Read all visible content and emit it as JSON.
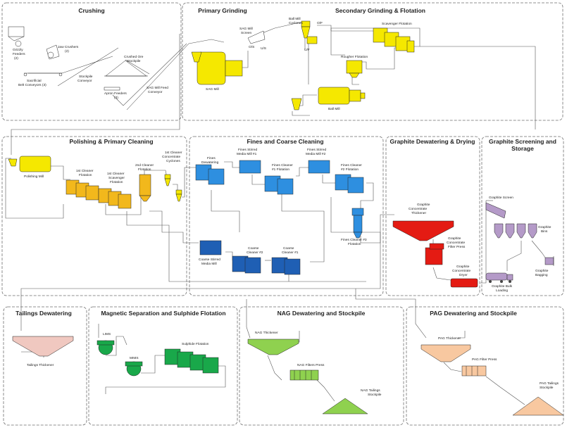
{
  "sections": {
    "crushing": {
      "title": "Crushing"
    },
    "primary_grinding": {
      "title": "Primary Grinding"
    },
    "secondary_grinding": {
      "title": "Secondary Grinding & Flotation"
    },
    "polishing": {
      "title": "Polishing & Primary Cleaning"
    },
    "fines_coarse": {
      "title": "Fines and Coarse Cleaning"
    },
    "graphite_dewatering": {
      "title": "Graphite Dewatering & Drying"
    },
    "graphite_screening": {
      "title": "Graphite Screening and",
      "title2": "Storage"
    },
    "tailings": {
      "title": "Tailings Dewatering"
    },
    "magnetic": {
      "title": "Magnetic Separation and Sulphide Flotation"
    },
    "nag": {
      "title": "NAG Dewatering and Stockpile"
    },
    "pag": {
      "title": "PAG Dewatering and Stockpile"
    }
  },
  "labels": {
    "grizzly_feeders": [
      "Grizzly",
      "Feeders",
      "(2)"
    ],
    "jaw_crushers": [
      "Jaw Crushers",
      "(2)"
    ],
    "sacrificial": [
      "Sacrificial",
      "Belt Conveyors (3)"
    ],
    "stockpile_conveyor": [
      "Stockpile",
      "Conveyor"
    ],
    "crushed_ore": [
      "Crushed Ore",
      "Stockpile"
    ],
    "apron_feeders": [
      "Apron Feeders",
      "(3)"
    ],
    "sag_feed_conveyor": [
      "SAG Mill Feed",
      "Conveyor"
    ],
    "sag_screen": [
      "SAG Mill",
      "Screen"
    ],
    "os1": "O/S",
    "us": "U/S",
    "sag_mill": "SAG Mill",
    "ball_mill_cyclones": [
      "Ball Mill",
      "Cyclones"
    ],
    "os2": "O/F",
    "uf": "U/F",
    "scavenger": "Scavenger Flotation",
    "rougher": "Rougher Flotation",
    "ball_mill": "Ball Mill",
    "polishing_mill": "Polishing Mill",
    "c1_flotation": [
      "1st Cleaner",
      "Flotation"
    ],
    "c1_scavenger": [
      "1st Cleaner",
      "Scavenger",
      "Flotation"
    ],
    "c2_flotation": [
      "2nd Cleaner",
      "Flotation"
    ],
    "c1_cyclones": [
      "1st Cleaner",
      "Concentrate",
      "Cyclones"
    ],
    "fines_dewatering": [
      "Fines",
      "Dewatering"
    ],
    "fsm1": [
      "Fines Stirred",
      "Media Mill #1"
    ],
    "fc1": [
      "Fines Cleaner",
      "#1 Flotation"
    ],
    "fsm2": [
      "Fines Stirred",
      "Media Mill #2"
    ],
    "fc2": [
      "Fines Cleaner",
      "#2 Flotation"
    ],
    "fc3": [
      "Fines Cleaner #3",
      "Flotation"
    ],
    "csm": [
      "Coarse Stirred",
      "Media Mill"
    ],
    "cc2": [
      "Coarse",
      "Cleaner #2"
    ],
    "cc1": [
      "Coarse",
      "Cleaner #1"
    ],
    "gct": [
      "Graphite",
      "Concentrate",
      "Thickener"
    ],
    "gcfp": [
      "Graphite",
      "Concentrate",
      "Filter Press"
    ],
    "gcd": [
      "Graphite",
      "Concentrate",
      "Dryer"
    ],
    "gscreen": "Graphite Screen",
    "gbins": [
      "Graphite",
      "Bins"
    ],
    "gbulk": [
      "Graphite Bulk",
      "Loading"
    ],
    "gbag": [
      "Graphite",
      "Bagging"
    ],
    "tthick": "Tailings Thickener",
    "lims": "LIMS",
    "mims": "MIMS",
    "sulph": "Sulphide Flotation",
    "nag_thick": "NAG Thickener",
    "nag_fp": "NAG Filters Press",
    "nag_sp": [
      "NAG Tailings",
      "Stockpile"
    ],
    "pag_thick": "PAG Thickener",
    "pag_fp": "PAG Filter Press",
    "pag_sp": [
      "PAG Tailings",
      "Stockpile"
    ]
  },
  "colors": {
    "grinding": "#f5e800",
    "flotation": "#f2b81c",
    "fines": "#2e8fe0",
    "coarse": "#1f5fb4",
    "graphite": "#e41b13",
    "screening": "#b49ac8",
    "tailings": "#f0c8c0",
    "magnetic": "#19a84a",
    "nag": "#8fd14f",
    "pag": "#f8c8a0",
    "section_border": "#6f6f6f"
  }
}
